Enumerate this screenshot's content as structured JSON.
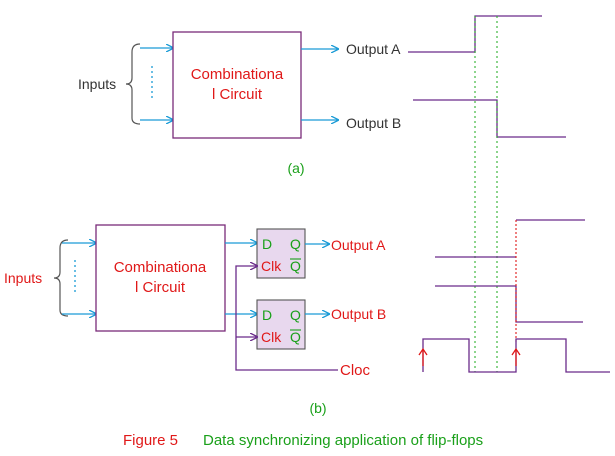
{
  "part_a": {
    "inputs_label": "Inputs",
    "block_line1": "Combinationa",
    "block_line2": "l Circuit",
    "output_a": "Output A",
    "output_b": "Output B",
    "caption": "(a)"
  },
  "part_b": {
    "inputs_label": "Inputs",
    "block_line1": "Combinationa",
    "block_line2": "l Circuit",
    "ff_d": "D",
    "ff_q": "Q",
    "ff_clk": "Clk",
    "ff_qbar": "Q",
    "output_a": "Output A",
    "output_b": "Output B",
    "clock_label": "Cloc",
    "caption": "(b)"
  },
  "figure": {
    "number": "Figure 5",
    "title": "Data synchronizing application of flip-flops"
  },
  "colors": {
    "block_border": "#7a2b7a",
    "flipflop_fill": "#e8d8ee",
    "arrow_blue": "#1a9bd6",
    "clock_purple": "#6a2b8a",
    "text_red": "#e01818",
    "text_green": "#1aa01a",
    "text_dark": "#333333",
    "dotted_green": "#2fb02f",
    "dotted_red": "#e01818"
  }
}
